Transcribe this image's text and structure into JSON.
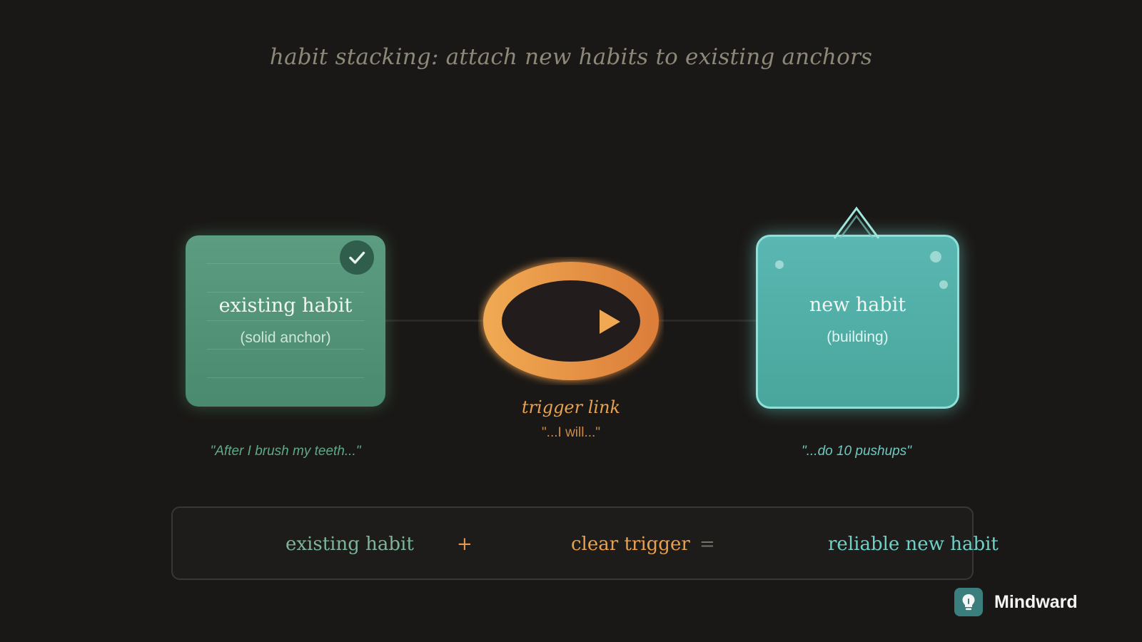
{
  "title": "habit stacking: attach new habits to existing anchors",
  "existing": {
    "title": "existing habit",
    "subtitle": "(solid anchor)",
    "quote": "\"After I brush my teeth...\""
  },
  "trigger": {
    "label": "trigger link",
    "quote": "\"...I will...\""
  },
  "new_habit": {
    "title": "new habit",
    "subtitle": "(building)",
    "quote": "\"...do 10 pushups\""
  },
  "equation": {
    "term1": "existing habit",
    "plus": "+",
    "term2": "clear trigger",
    "equals": "=",
    "result": "reliable new habit"
  },
  "brand": {
    "name": "Mindward",
    "icon": "lightbulb-icon"
  },
  "colors": {
    "existing": "#4f9277",
    "trigger": "#e9a04e",
    "new_habit": "#52b3ad",
    "background": "#1a1816"
  }
}
